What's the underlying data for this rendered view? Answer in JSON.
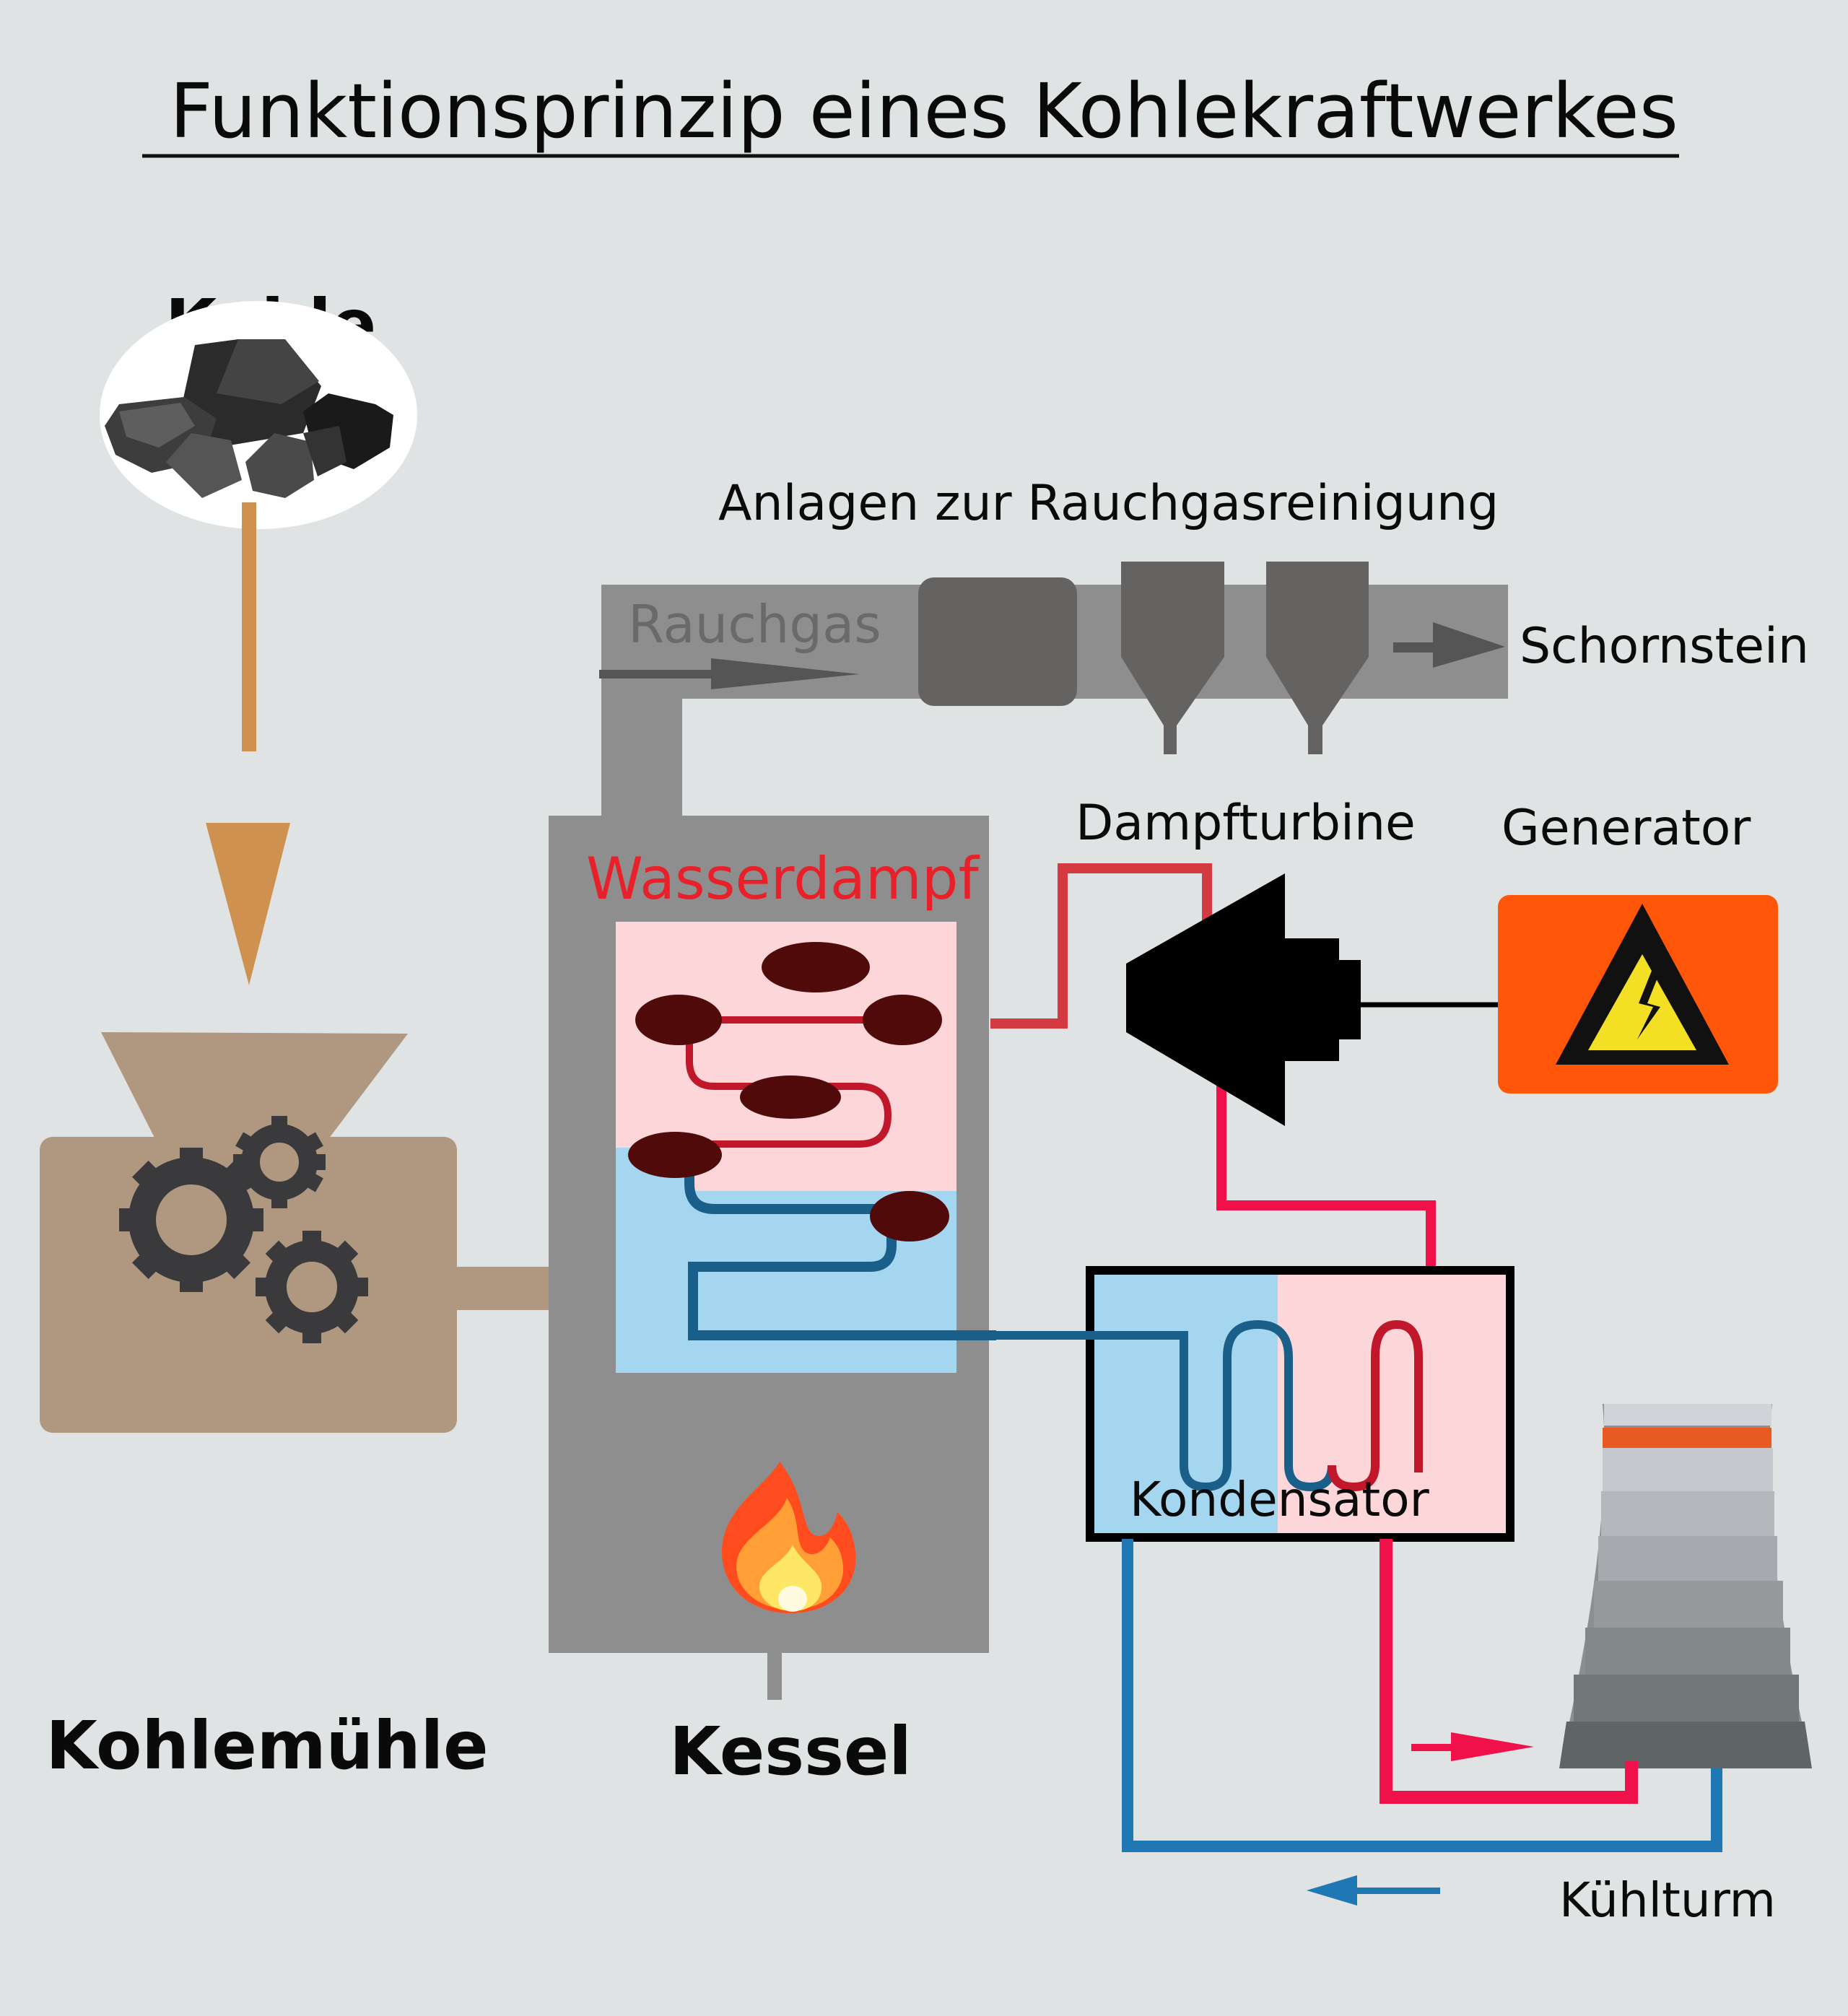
{
  "title": "Funktionsprinzip eines Kohlekraftwerkes",
  "labels": {
    "coal": "Kohle",
    "coal_mill": "Kohlemühle",
    "boiler": "Kessel",
    "steam": "Wasserdampf",
    "flue_gas": "Rauchgas",
    "flue_gas_cleaning": "Anlagen zur Rauchgasreinigung",
    "chimney": "Schornstein",
    "steam_turbine": "Dampfturbine",
    "generator": "Generator",
    "condenser": "Kondensator",
    "cooling_tower": "Kühlturm"
  },
  "colors": {
    "background": "#dfe3e3",
    "coal_arrow": "#cf9150",
    "mill": "#b09880",
    "gear": "#3a3a3c",
    "boiler": "#8e8e8e",
    "duct": "#8e8e8e",
    "filter": "#656262",
    "steam_red": "#e8202a",
    "hot_pipe": "#f0104a",
    "cold_pipe": "#1f77b4",
    "water_blue": "#a5d6f0",
    "steam_pink": "#fcd6d8",
    "generator_box": "#ff560a",
    "warning_yellow": "#f3e025",
    "cooling_tower_stripe": "#e95a20"
  }
}
